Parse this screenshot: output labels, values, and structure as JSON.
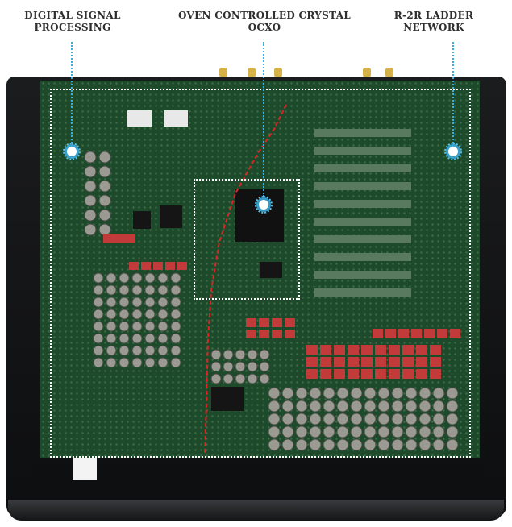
{
  "labels": {
    "dsp": {
      "line1": "DIGITAL SIGNAL",
      "line2": "PROCESSING"
    },
    "ocxo": {
      "line1": "OVEN CONTROLLED CRYSTAL",
      "line2": "OCXO"
    },
    "r2r": {
      "line1": "R-2R LADDER",
      "line2": "NETWORK"
    }
  },
  "colors": {
    "pcb": "#1d4a2b",
    "chassis": "#101113",
    "marker": "#3aaedf",
    "capacitor": "#9a9a92",
    "resistor": "#c23a3a",
    "trace": "#e02424"
  }
}
